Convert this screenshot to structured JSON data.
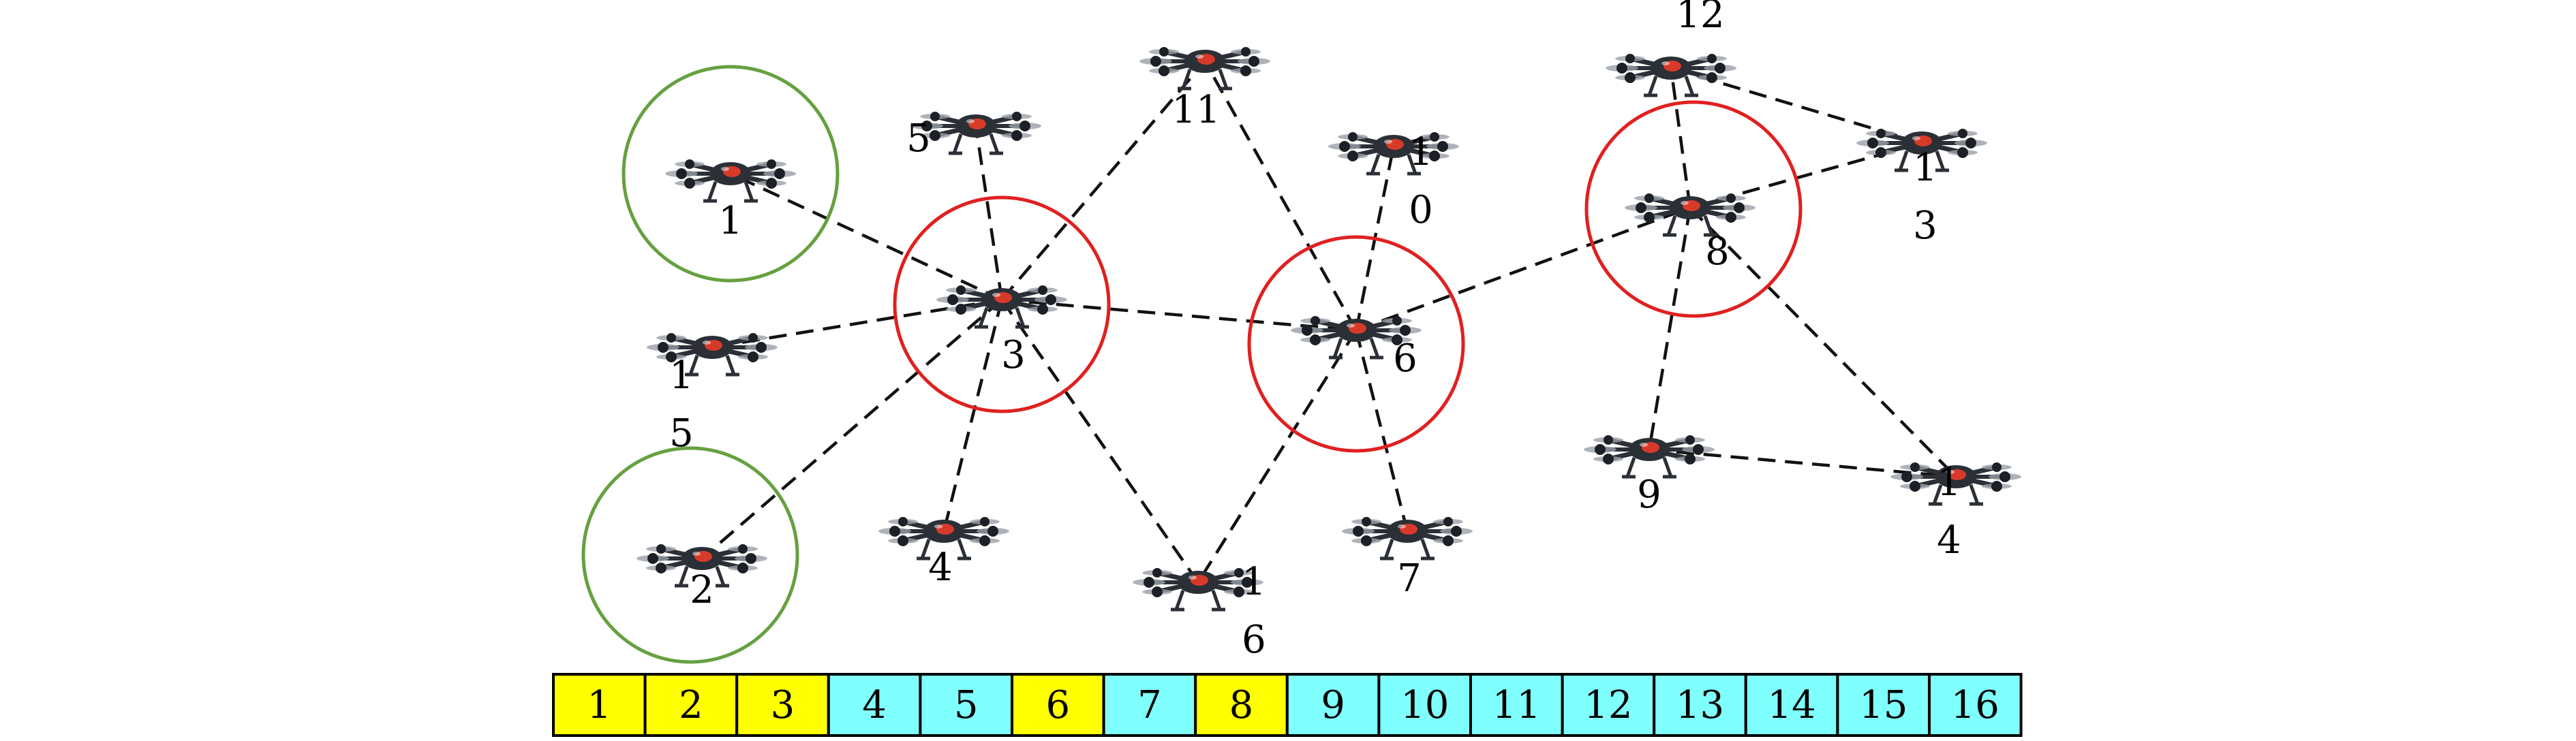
{
  "colors": {
    "head_circle": "#e02020",
    "selected_circle": "#66a040",
    "link": "#111111",
    "drone_body": "#2b2f36",
    "drone_accent": "#d83a2a",
    "cell_yellow": "#ffff00",
    "cell_cyan": "#80ffff",
    "cell_border": "#000000"
  },
  "nodes": [
    {
      "id": "1",
      "label": "1",
      "circle": "selected"
    },
    {
      "id": "2",
      "label": "2",
      "circle": "selected"
    },
    {
      "id": "3",
      "label": "3",
      "circle": "head"
    },
    {
      "id": "4",
      "label": "4"
    },
    {
      "id": "5",
      "label": "5"
    },
    {
      "id": "6",
      "label": "6",
      "circle": "head"
    },
    {
      "id": "7",
      "label": "7"
    },
    {
      "id": "8",
      "label": "8",
      "circle": "head"
    },
    {
      "id": "9",
      "label": "9"
    },
    {
      "id": "10",
      "label": "1\n0"
    },
    {
      "id": "11",
      "label": "11"
    },
    {
      "id": "12",
      "label": "12"
    },
    {
      "id": "13",
      "label": "1\n3"
    },
    {
      "id": "14",
      "label": "1\n4"
    },
    {
      "id": "15",
      "label": "1\n5"
    },
    {
      "id": "16",
      "label": "1\n6"
    }
  ],
  "edges": [
    [
      "3",
      "1"
    ],
    [
      "3",
      "2"
    ],
    [
      "3",
      "4"
    ],
    [
      "3",
      "5"
    ],
    [
      "3",
      "6"
    ],
    [
      "3",
      "11"
    ],
    [
      "3",
      "15"
    ],
    [
      "3",
      "16"
    ],
    [
      "6",
      "10"
    ],
    [
      "6",
      "11"
    ],
    [
      "6",
      "16"
    ],
    [
      "6",
      "7"
    ],
    [
      "6",
      "8"
    ],
    [
      "8",
      "12"
    ],
    [
      "8",
      "13"
    ],
    [
      "8",
      "9"
    ],
    [
      "8",
      "14"
    ],
    [
      "12",
      "13"
    ],
    [
      "9",
      "14"
    ]
  ],
  "cells": [
    {
      "label": "1",
      "color": "yellow"
    },
    {
      "label": "2",
      "color": "yellow"
    },
    {
      "label": "3",
      "color": "yellow"
    },
    {
      "label": "4",
      "color": "cyan"
    },
    {
      "label": "5",
      "color": "cyan"
    },
    {
      "label": "6",
      "color": "yellow"
    },
    {
      "label": "7",
      "color": "cyan"
    },
    {
      "label": "8",
      "color": "yellow"
    },
    {
      "label": "9",
      "color": "cyan"
    },
    {
      "label": "10",
      "color": "cyan"
    },
    {
      "label": "11",
      "color": "cyan"
    },
    {
      "label": "12",
      "color": "cyan"
    },
    {
      "label": "13",
      "color": "cyan"
    },
    {
      "label": "14",
      "color": "cyan"
    },
    {
      "label": "15",
      "color": "cyan"
    },
    {
      "label": "16",
      "color": "cyan"
    }
  ]
}
